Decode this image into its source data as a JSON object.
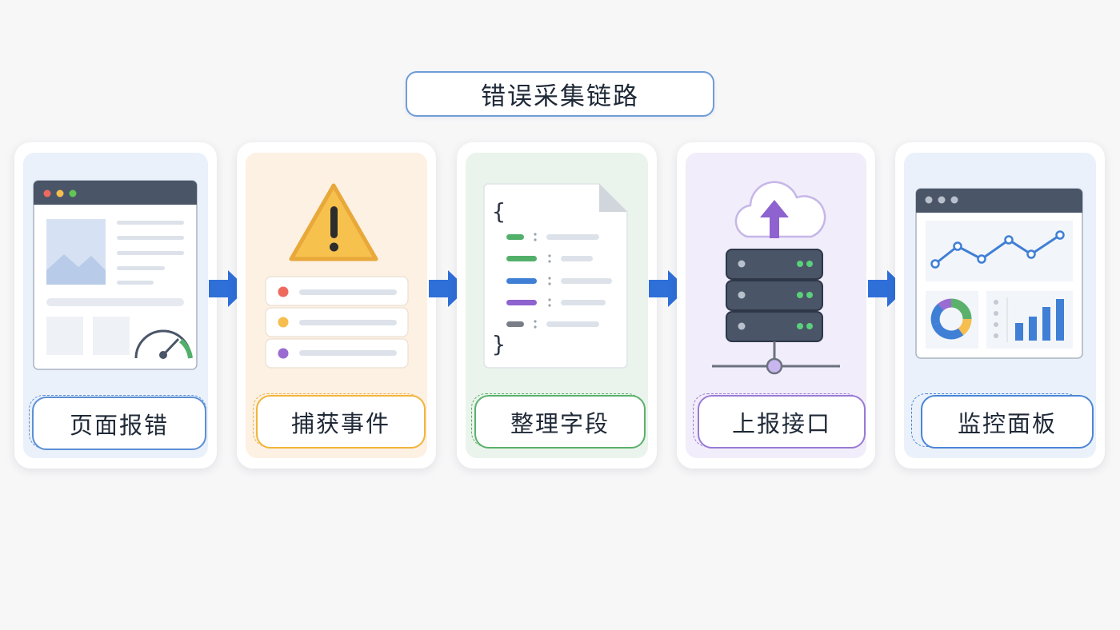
{
  "title": "错误采集链路",
  "steps": [
    {
      "label": "页面报错",
      "icon": "browser-window-speedometer-icon",
      "accent": "#5b8fd6",
      "tint": "#eaf1fb"
    },
    {
      "label": "捕获事件",
      "icon": "warning-triangle-icon",
      "accent": "#f2b43a",
      "tint": "#fdf1e4"
    },
    {
      "label": "整理字段",
      "icon": "json-document-icon",
      "accent": "#5bb16c",
      "tint": "#eaf4ec"
    },
    {
      "label": "上报接口",
      "icon": "cloud-upload-server-icon",
      "accent": "#9a7ad6",
      "tint": "#f1edfa"
    },
    {
      "label": "监控面板",
      "icon": "dashboard-charts-icon",
      "accent": "#4a86d8",
      "tint": "#ebf1fa"
    }
  ],
  "colors": {
    "arrow": "#2f6fd8",
    "dark": "#4a5568"
  }
}
